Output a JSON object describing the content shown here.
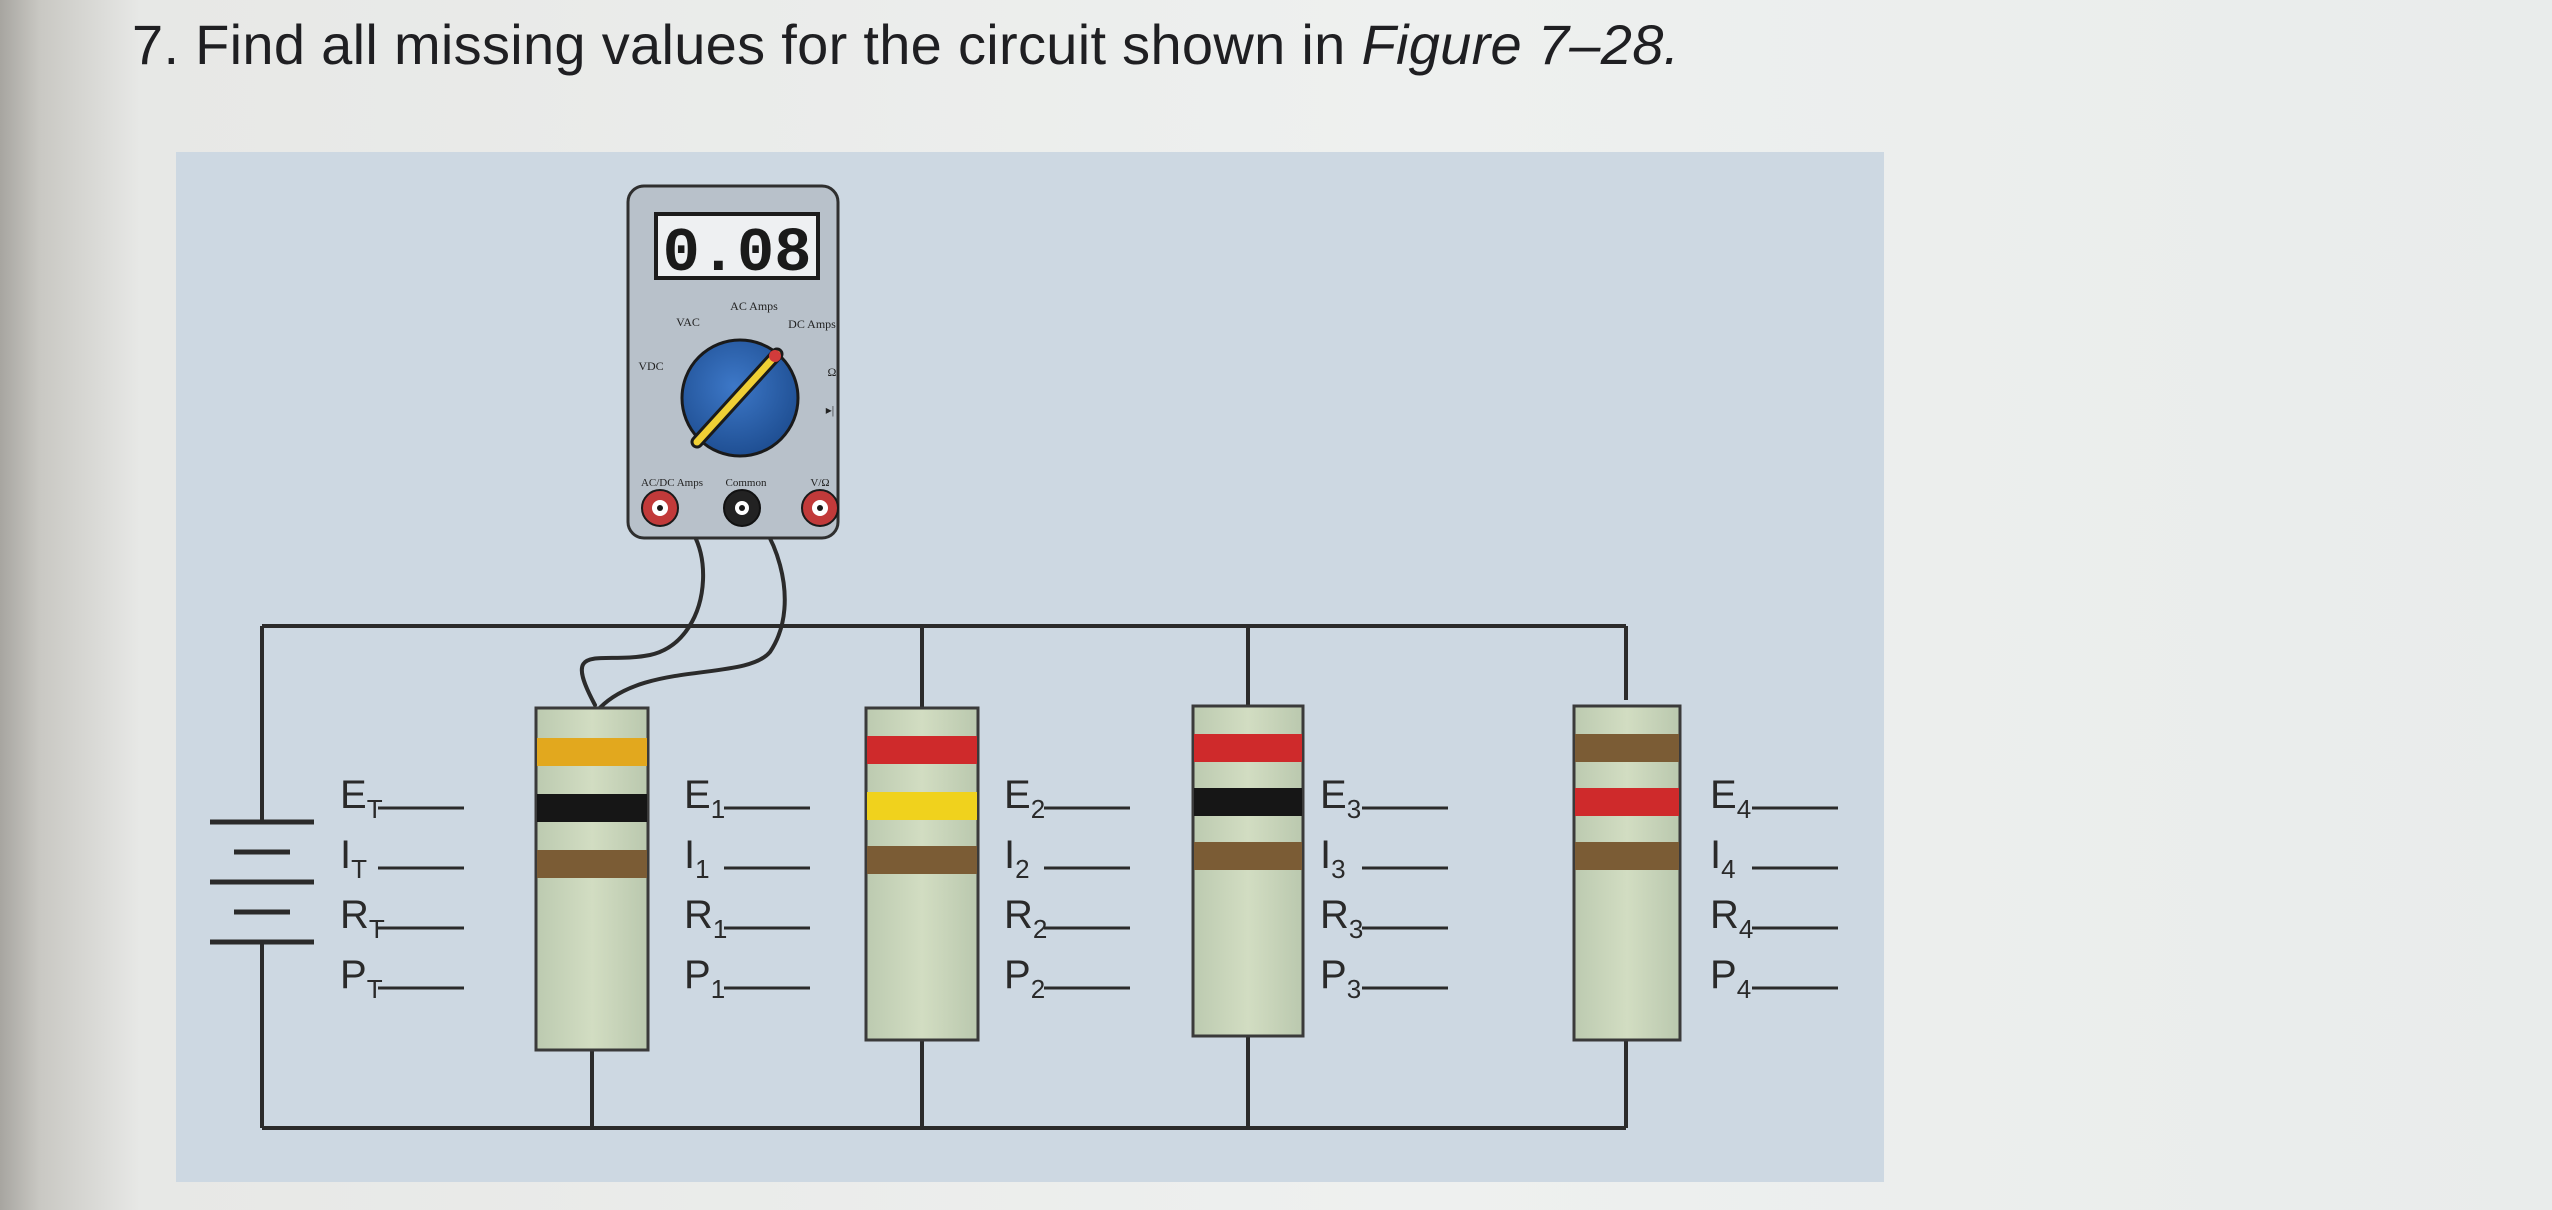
{
  "question": {
    "number": "7.",
    "text": "Find all missing values for the circuit shown in ",
    "figure_ref": "Figure 7–28."
  },
  "meter": {
    "display": "0.08",
    "labels": {
      "vac": "VAC",
      "ac_amps": "AC Amps",
      "dc_amps": "DC Amps",
      "vdc": "VDC",
      "ohm": "Ω",
      "diode": "▸|",
      "jack_acdc": "AC/DC Amps",
      "jack_common": "Common",
      "jack_vohm": "V/Ω"
    }
  },
  "labels": {
    "total": [
      {
        "main": "E",
        "sub": "T"
      },
      {
        "main": "I",
        "sub": "T"
      },
      {
        "main": "R",
        "sub": "T"
      },
      {
        "main": "P",
        "sub": "T"
      }
    ],
    "r1": [
      {
        "main": "E",
        "sub": "1"
      },
      {
        "main": "I",
        "sub": "1"
      },
      {
        "main": "R",
        "sub": "1"
      },
      {
        "main": "P",
        "sub": "1"
      }
    ],
    "r2": [
      {
        "main": "E",
        "sub": "2"
      },
      {
        "main": "I",
        "sub": "2"
      },
      {
        "main": "R",
        "sub": "2"
      },
      {
        "main": "P",
        "sub": "2"
      }
    ],
    "r3": [
      {
        "main": "E",
        "sub": "3"
      },
      {
        "main": "I",
        "sub": "3"
      },
      {
        "main": "R",
        "sub": "3"
      },
      {
        "main": "P",
        "sub": "3"
      }
    ],
    "r4": [
      {
        "main": "E",
        "sub": "4"
      },
      {
        "main": "I",
        "sub": "4"
      },
      {
        "main": "R",
        "sub": "4"
      },
      {
        "main": "P",
        "sub": "4"
      }
    ]
  },
  "resistors": [
    {
      "id": "r1",
      "bands": [
        "#e2a81e",
        "#161616",
        "#7b5c35"
      ]
    },
    {
      "id": "r2",
      "bands": [
        "#cf2a2b",
        "#f0d21d",
        "#7b5c35"
      ]
    },
    {
      "id": "r3",
      "bands": [
        "#cf2a2b",
        "#161616",
        "#7b5c35"
      ]
    },
    {
      "id": "r4",
      "bands": [
        "#7b5c35",
        "#cf2a2b",
        "#7b5c35"
      ]
    }
  ],
  "colors": {
    "panel": "#cdd9e3",
    "wire": "#2b2b2b",
    "resistor_body": "#c9d6b8",
    "meter_body": "#b9c2cb",
    "dial": "#2b62b0"
  }
}
